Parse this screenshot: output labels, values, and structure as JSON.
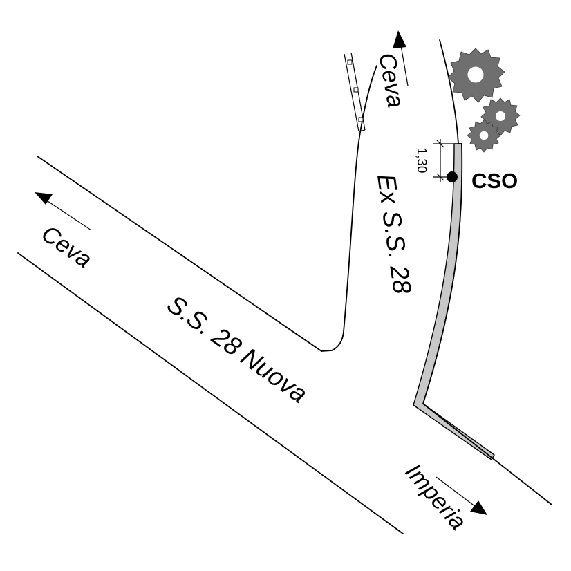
{
  "map": {
    "roads": {
      "new_road_label": "S.S. 28 Nuova",
      "old_road_label": "Ex S.S. 28"
    },
    "directions": {
      "ceva_main": "Ceva",
      "ceva_old": "Ceva",
      "imperia": "Imperia"
    },
    "marker": {
      "label": "CSO"
    },
    "dimension": {
      "value": "1,30"
    },
    "colors": {
      "line": "#000000",
      "sidewalk": "#c8c8c8",
      "tree": "#6f6f6f"
    }
  }
}
